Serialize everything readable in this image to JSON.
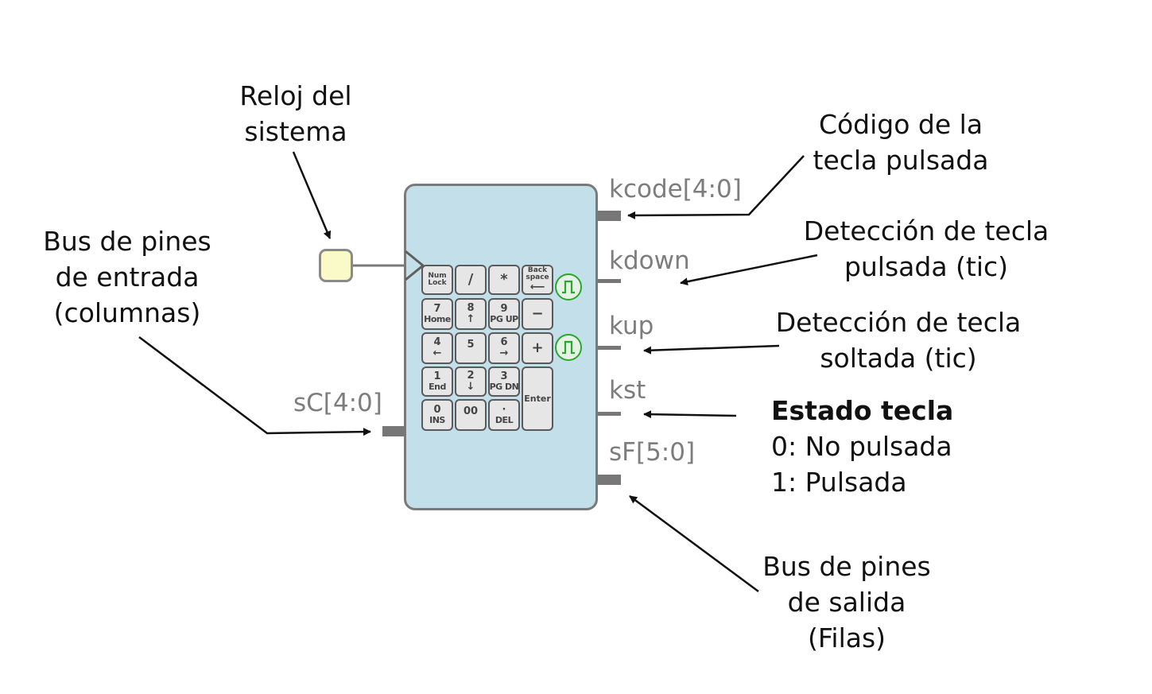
{
  "annotations": {
    "clock": [
      "Reloj del",
      "sistema"
    ],
    "input_bus": [
      "Bus de pines",
      "de entrada",
      "(columnas)"
    ],
    "kcode_desc": [
      "Código de la",
      "tecla pulsada"
    ],
    "kdown_desc": [
      "Detección de tecla",
      "pulsada (tic)"
    ],
    "kup_desc": [
      "Detección de tecla",
      "soltada (tic)"
    ],
    "kst_desc": {
      "title": "Estado tecla",
      "line0": "0: No pulsada",
      "line1": "1: Pulsada"
    },
    "output_bus": [
      "Bus de pines",
      "de salida",
      "(Filas)"
    ]
  },
  "signals": {
    "kcode": "kcode[4:0]",
    "kdown": "kdown",
    "kup": "kup",
    "kst": "kst",
    "sF": "sF[5:0]",
    "sC": "sC[4:0]"
  },
  "keypad": {
    "numlock": [
      "Num",
      "Lock"
    ],
    "slash": "/",
    "star": "*",
    "backspace": [
      "Back",
      "space",
      "⟵"
    ],
    "k7": [
      "7",
      "Home"
    ],
    "k8": [
      "8",
      "↑"
    ],
    "k9": [
      "9",
      "PG UP"
    ],
    "minus": "−",
    "k4": [
      "4",
      "←"
    ],
    "k5": "5",
    "k6": [
      "6",
      "→"
    ],
    "plus": "+",
    "k1": [
      "1",
      "End"
    ],
    "k2": [
      "2",
      "↓"
    ],
    "k3": [
      "3",
      "PG DN"
    ],
    "enter": "Enter",
    "k0": [
      "0",
      "INS"
    ],
    "k00": "00",
    "dot": [
      "·",
      "DEL"
    ]
  },
  "colors": {
    "module_fill": "#c2dfea",
    "module_border": "#7a7a7a",
    "clock_pin_fill": "#fafac8",
    "signal_text": "#7d7d7d",
    "tic_green": "#2aa82a",
    "arrow": "#111111"
  }
}
